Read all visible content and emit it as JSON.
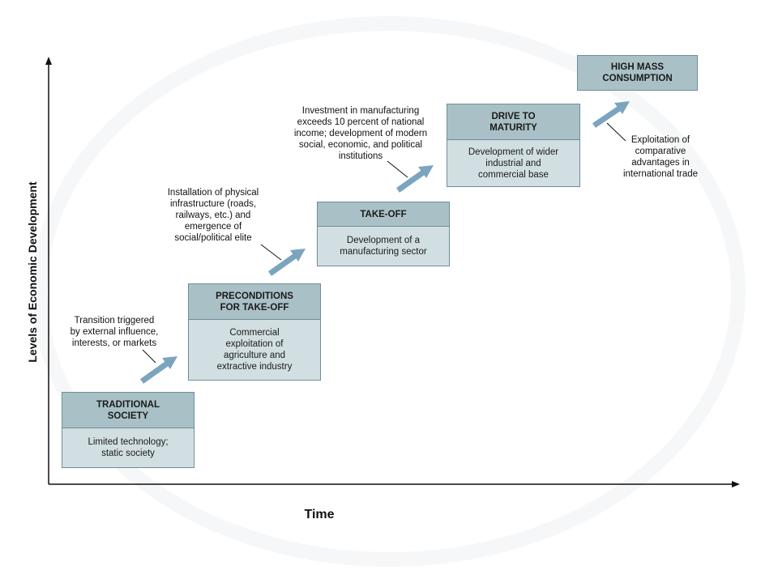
{
  "axes": {
    "y_label": "Levels of Economic Development",
    "x_label": "Time"
  },
  "stages": [
    {
      "id": "traditional-society",
      "title": "TRADITIONAL\nSOCIETY",
      "description": "Limited technology;\nstatic society"
    },
    {
      "id": "preconditions",
      "title": "PRECONDITIONS\nFOR TAKE-OFF",
      "description": "Commercial\nexploitation of\nagriculture and\nextractive industry"
    },
    {
      "id": "take-off",
      "title": "TAKE-OFF",
      "description": "Development of a\nmanufacturing sector"
    },
    {
      "id": "drive-to-maturity",
      "title": "DRIVE TO\nMATURITY",
      "description": "Development of wider\nindustrial and\ncommercial base"
    },
    {
      "id": "high-mass-consumption",
      "title": "HIGH MASS\nCONSUMPTION",
      "description": ""
    }
  ],
  "transitions": [
    {
      "id": "to-preconditions",
      "text": "Transition triggered\nby external influence,\ninterests, or markets"
    },
    {
      "id": "to-take-off",
      "text": "Installation of physical\ninfrastructure (roads,\nrailways, etc.) and\nemergence of\nsocial/political elite"
    },
    {
      "id": "to-maturity",
      "text": "Investment in manufacturing\nexceeds 10 percent of national\nincome; development of modern\nsocial, economic, and political\ninstitutions"
    },
    {
      "id": "to-mass-consumption",
      "text": "Exploitation of\ncomparative\nadvantages in\ninternational trade"
    }
  ],
  "colors": {
    "stage_header": "#a9c1c6",
    "stage_body": "#d2dfe2",
    "stage_border": "#6f8d9a",
    "arrow": "#7ba5bf",
    "axis": "#111111"
  }
}
